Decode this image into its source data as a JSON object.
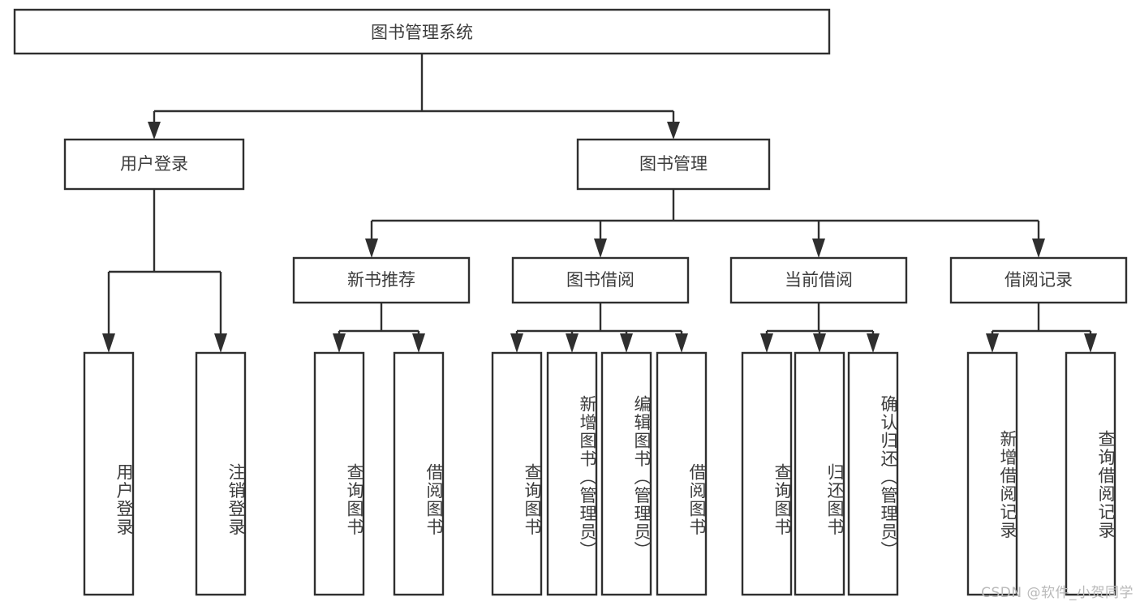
{
  "diagram": {
    "title": "图书管理系统",
    "type": "功能结构图",
    "colors": {
      "box_stroke": "#2f2f2f",
      "box_fill": "#ffffff",
      "text": "#3c3c3c",
      "background": "#ffffff",
      "watermark": "#b9b9b9"
    },
    "root": {
      "label": "图书管理系统"
    },
    "level1": [
      {
        "label": "用户登录"
      },
      {
        "label": "图书管理"
      }
    ],
    "level2": [
      {
        "label": "新书推荐"
      },
      {
        "label": "图书借阅"
      },
      {
        "label": "当前借阅"
      },
      {
        "label": "借阅记录"
      }
    ],
    "leaves": {
      "user_login": [
        {
          "label": "用户登录"
        },
        {
          "label": "注销登录"
        }
      ],
      "new_book_recommend": [
        {
          "label": "查询图书"
        },
        {
          "label": "借阅图书"
        }
      ],
      "book_borrow": [
        {
          "label": "查询图书"
        },
        {
          "label": "新增图书（管理员）"
        },
        {
          "label": "编辑图书（管理员）"
        },
        {
          "label": "借阅图书"
        }
      ],
      "current_borrow": [
        {
          "label": "查询图书"
        },
        {
          "label": "归还图书"
        },
        {
          "label": "确认归还（管理员）"
        }
      ],
      "borrow_record": [
        {
          "label": "新增借阅记录"
        },
        {
          "label": "查询借阅记录"
        }
      ]
    },
    "watermark": "CSDN @软件_小贺同学"
  }
}
